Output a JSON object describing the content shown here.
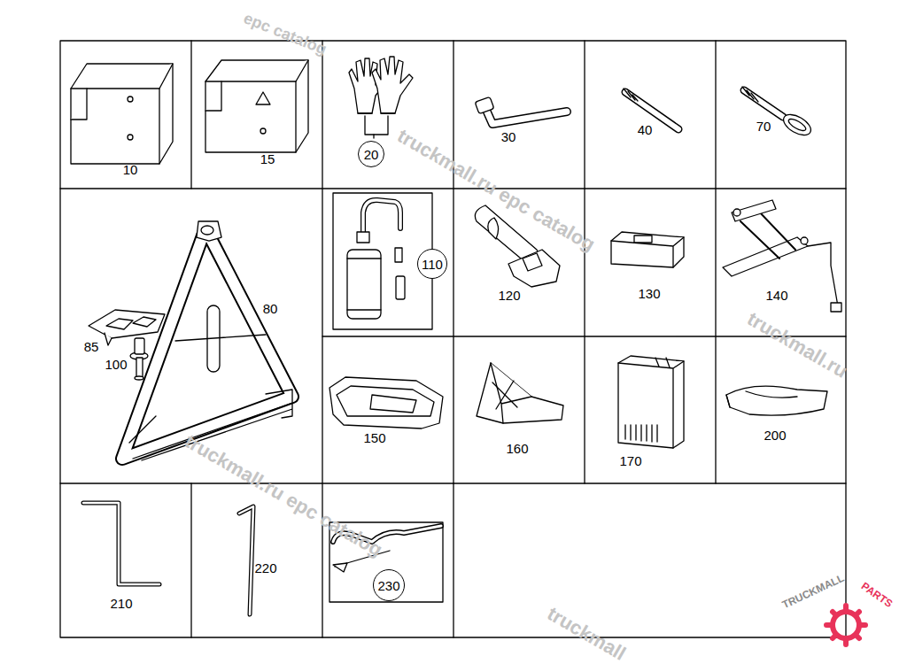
{
  "diagram": {
    "nodes": [
      {
        "text": [
          "20"
        ]
      },
      {
        "text": [
          "110"
        ]
      },
      {
        "text": [
          "230"
        ]
      }
    ],
    "labels": [
      "10",
      "15",
      "30",
      "40",
      "70",
      "80",
      "85",
      "100",
      "120",
      "130",
      "140",
      "150",
      "160",
      "170",
      "200",
      "210",
      "220",
      "truckmall.ru epc catalog",
      "truckmall.ru epc catalog",
      "truckmall.ru",
      "truckmall",
      "epc catalog",
      "TRUCKMALL",
      "PARTS"
    ]
  }
}
